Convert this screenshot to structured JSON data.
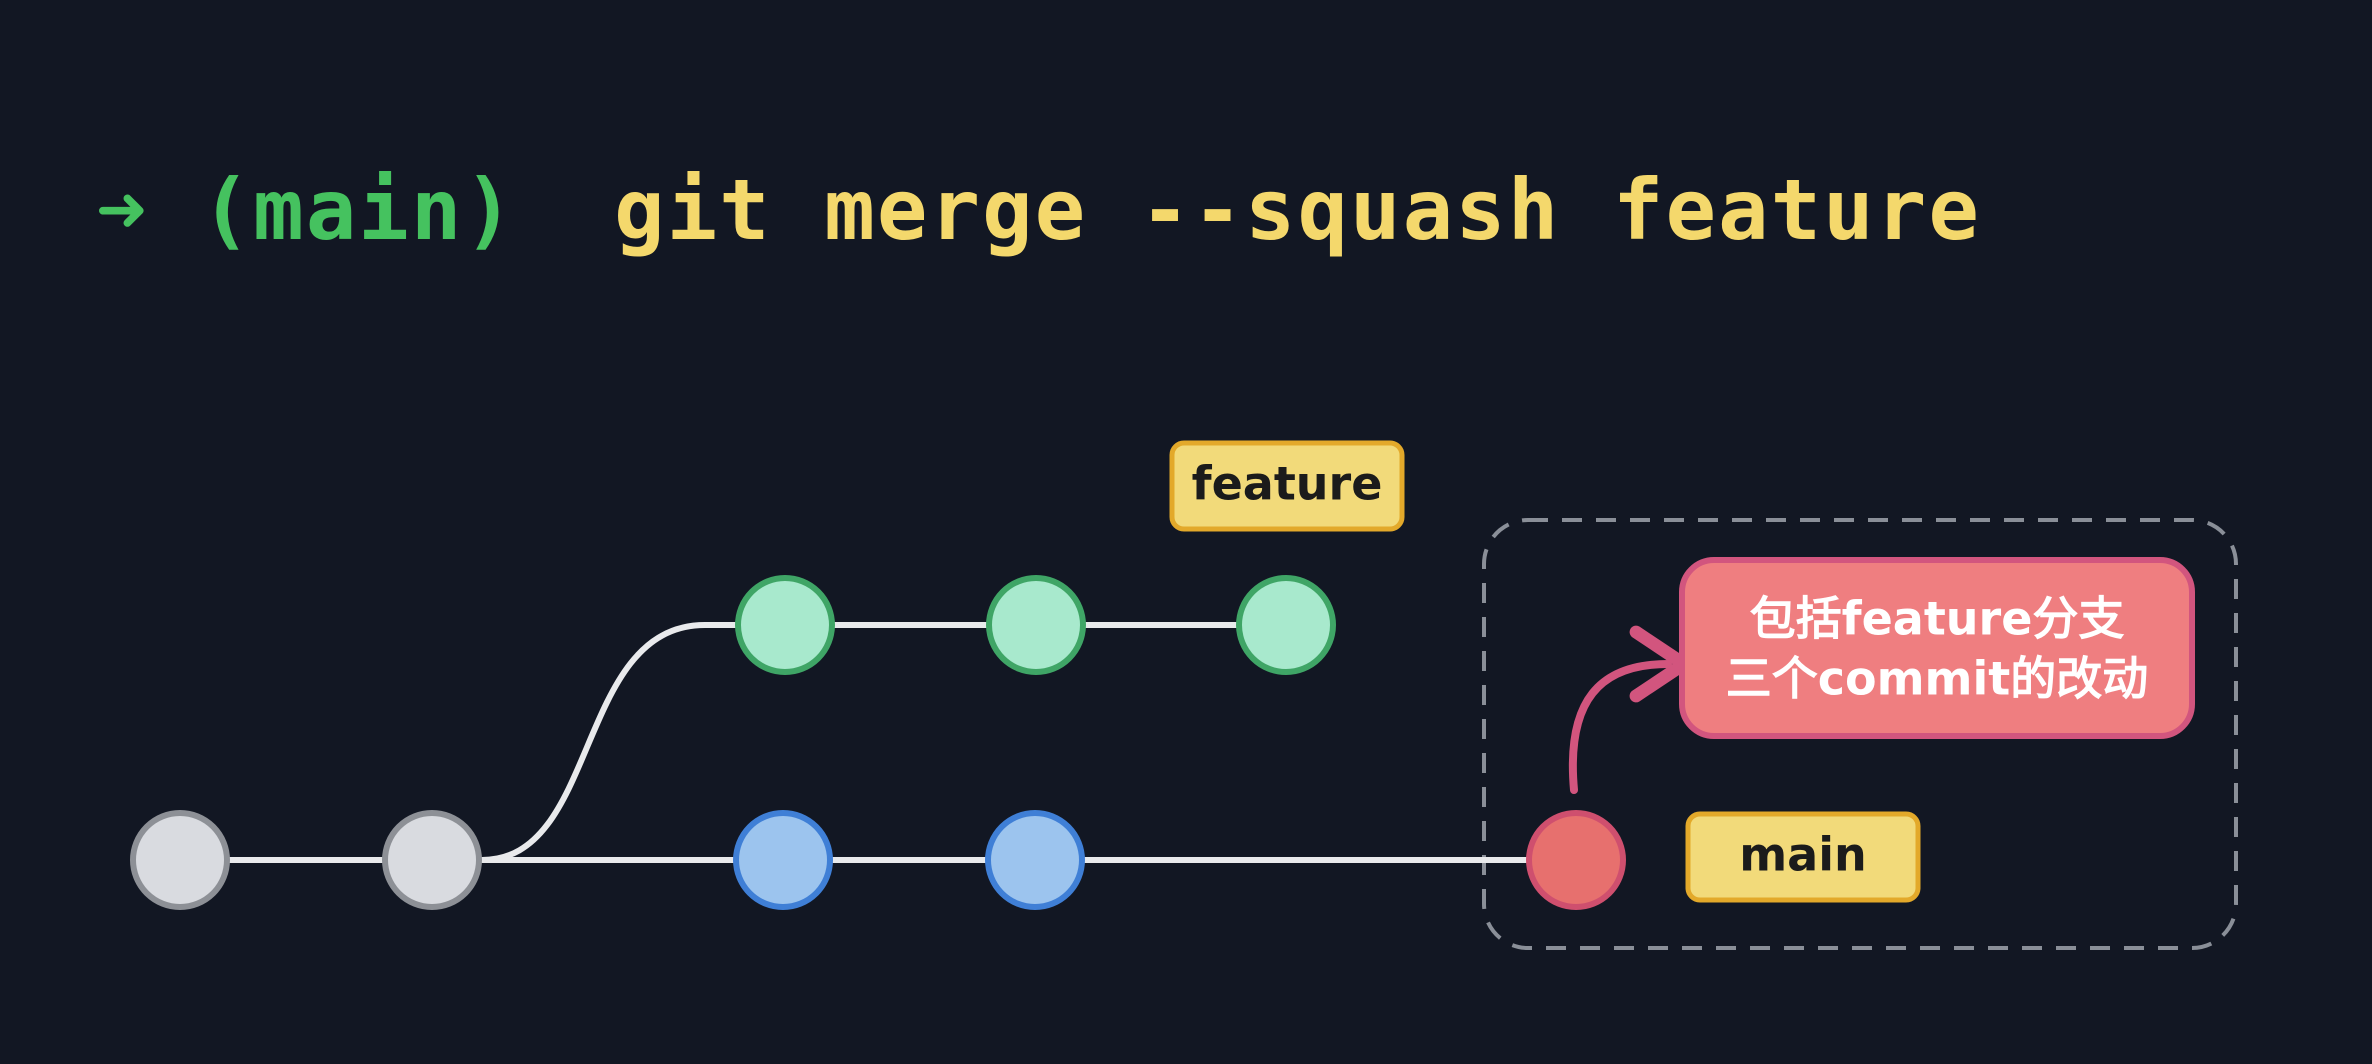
{
  "command": {
    "prompt_arrow": "➜",
    "branch": "(main)",
    "text": "git merge --squash feature"
  },
  "graph": {
    "labels": {
      "feature": "feature",
      "main": "main"
    },
    "callout": {
      "line1": "包括feature分支",
      "line2": "三个commit的改动"
    },
    "colors": {
      "background": "#121723",
      "prompt": "#45c25f",
      "command": "#f4d86c",
      "base_commit": "#d9dbe0",
      "feature_commit": "#a8e9cd",
      "main_commit": "#9cc4ee",
      "squash_commit": "#e7706e",
      "label_fill": "#f2da7a",
      "callout_fill": "#ef7e80"
    }
  }
}
